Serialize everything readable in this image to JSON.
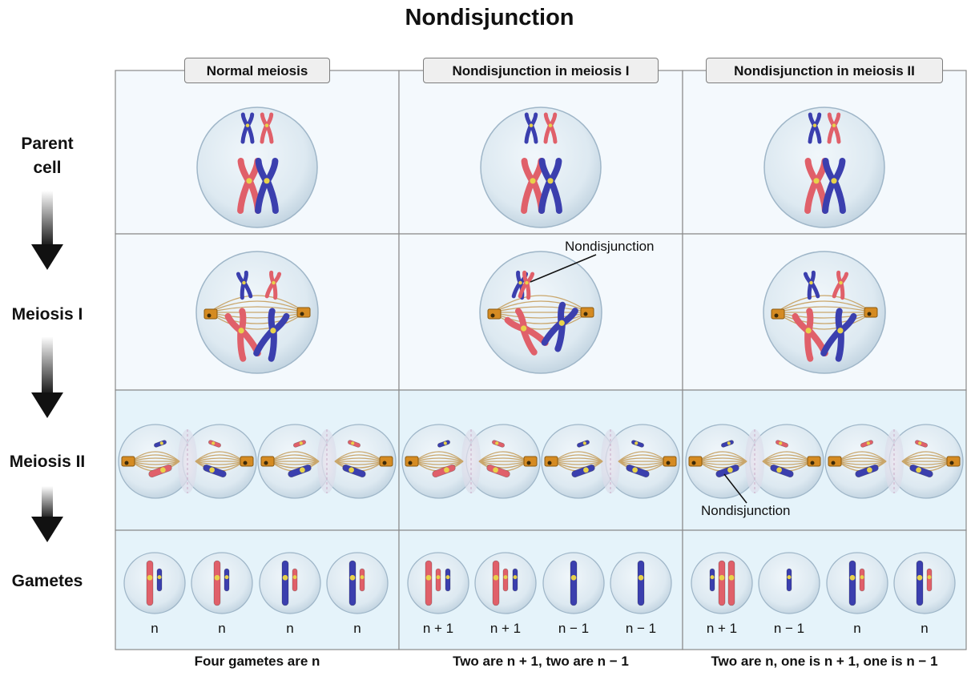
{
  "title": "Nondisjunction",
  "row_labels": {
    "parent_line1": "Parent",
    "parent_line2": "cell",
    "meiosis1": "Meiosis I",
    "meiosis2": "Meiosis II",
    "gametes": "Gametes"
  },
  "columns": [
    {
      "header": "Normal meiosis",
      "summary": "Four gametes are n",
      "gametes": [
        "n",
        "n",
        "n",
        "n"
      ]
    },
    {
      "header": "Nondisjunction in meiosis I",
      "summary": "Two are n + 1, two are n − 1",
      "gametes": [
        "n + 1",
        "n + 1",
        "n − 1",
        "n − 1"
      ]
    },
    {
      "header": "Nondisjunction in meiosis II",
      "summary": "Two are n, one is n + 1, one is n − 1",
      "gametes": [
        "n + 1",
        "n − 1",
        "n",
        "n"
      ]
    }
  ],
  "annotations": {
    "meiosis1_nondisjunction": "Nondisjunction",
    "meiosis2_nondisjunction": "Nondisjunction"
  },
  "colors": {
    "maternal_chromosome": "#e0606a",
    "paternal_chromosome": "#3b3fae",
    "centromere": "#e8d24a",
    "spindle": "#c9a66b",
    "centrosome": "#d58b22",
    "cell_fill": "#dbeaf2",
    "panel_top": "#f4f9fd",
    "panel_bottom": "#e5f3fa"
  }
}
